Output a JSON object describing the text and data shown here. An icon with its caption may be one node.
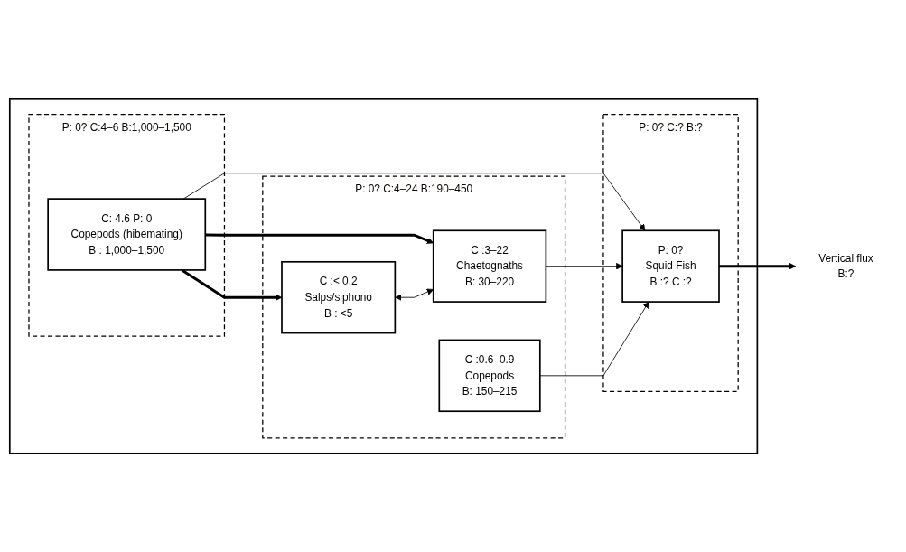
{
  "diagram": {
    "nodes": [
      {
        "text": [],
        "shape": "box"
      },
      {
        "text": [
          "P: 0?",
          "C:?",
          "B:?"
        ],
        "in": 0
      },
      {
        "text": [
          "P: 0?",
          "Squid Fish",
          "B :? C :?"
        ],
        "in": 1
      },
      {
        "text": [
          "P: 0?",
          "C:4–24",
          "B:190–450"
        ],
        "in": 0
      },
      {
        "text": [
          "C :3–22",
          "Chaetognaths",
          "B: 30–220"
        ],
        "in": 3
      },
      {
        "text": [
          "C :0.6–0.9",
          "Copepods",
          "B: 150–215"
        ],
        "in": 3
      },
      {
        "text": [
          "C :< 0.2",
          "Salps/siphono",
          "B : <5"
        ],
        "in": 3
      },
      {
        "text": [
          "P: 0?",
          "C:4–6",
          "B:1,000–1,500"
        ],
        "in": 0
      },
      {
        "text": [
          "C: 4.6 P: 0",
          "Copepods (hibemating)",
          "B : 1,000–1,500"
        ],
        "in": 7
      },
      {
        "text": [
          "Vertical flux",
          "B:?"
        ]
      }
    ],
    "edges": [
      {
        "from": 4,
        "to": 2,
        "arrow": "to"
      },
      {
        "from": 8,
        "to": 2,
        "arrow": "to"
      },
      {
        "from": 5,
        "to": 2,
        "arrow": "to"
      },
      {
        "from": 8,
        "to": 4,
        "arrow": "to",
        "style": "thick"
      },
      {
        "from": 8,
        "to": 6,
        "arrow": "to",
        "style": "thick"
      },
      {
        "from": 6,
        "to": 4,
        "arrow": "both"
      },
      {
        "from": 2,
        "to": 9,
        "arrow": "to",
        "style": "thick"
      }
    ]
  }
}
